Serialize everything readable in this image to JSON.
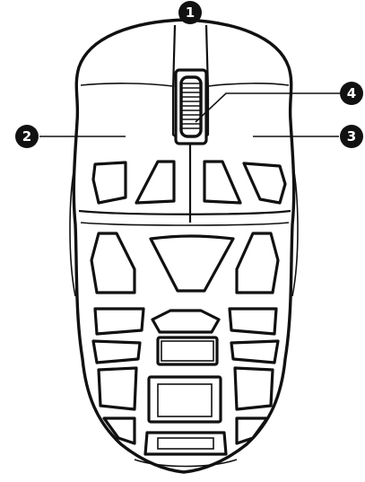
{
  "callouts": [
    {
      "number": "1",
      "color": "#111111"
    },
    {
      "number": "2",
      "color": "#111111"
    },
    {
      "number": "3",
      "color": "#111111"
    },
    {
      "number": "4",
      "color": "#111111"
    }
  ],
  "colors": {
    "outline": "#111111",
    "background": "#ffffff"
  }
}
